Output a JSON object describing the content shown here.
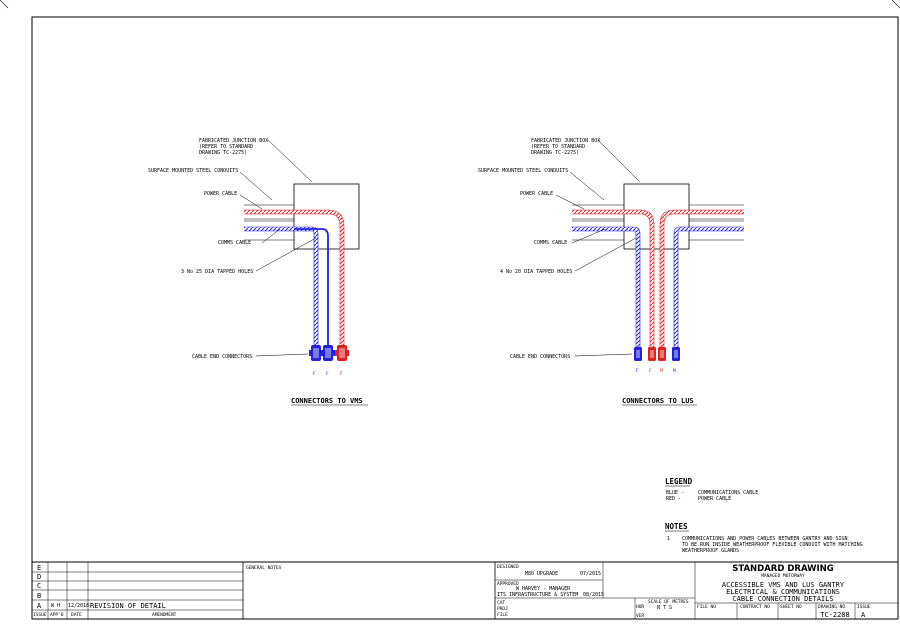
{
  "colors": {
    "comms": "#2222dd",
    "power": "#e02020",
    "line": "#000000"
  },
  "vms": {
    "title": "CONNECTORS TO VMS",
    "labels": {
      "junction_box": [
        "FABRICATED JUNCTION BOX",
        "(REFER TO STANDARD",
        "DRAWING TC-2275)"
      ],
      "conduits": "SURFACE MOUNTED STEEL CONDUITS",
      "power_cable": "POWER CABLE",
      "comms_cable": "COMMS CABLE",
      "holes": "3 No 25 DIA TAPPED HOLES",
      "end_connectors": "CABLE END CONNECTORS"
    },
    "connector_letters": [
      "F",
      "F",
      "F"
    ]
  },
  "lus": {
    "title": "CONNECTORS TO LUS",
    "labels": {
      "junction_box": [
        "FABRICATED JUNCTION BOX",
        "(REFER TO STANDARD",
        "DRAWING TC-2275)"
      ],
      "conduits": "SURFACE MOUNTED STEEL CONDUITS",
      "power_cable": "POWER CABLE",
      "comms_cable": "COMMS CABLE",
      "holes": "4 No 20 DIA TAPPED HOLES",
      "end_connectors": "CABLE END CONNECTORS"
    },
    "connector_letters": [
      "F",
      "F",
      "M",
      "M"
    ]
  },
  "legend": {
    "heading": "LEGEND",
    "items": [
      {
        "key": "BLUE -",
        "value": "COMMUNICATIONS CABLE"
      },
      {
        "key": "RED -",
        "value": "POWER CABLE"
      }
    ]
  },
  "notes": {
    "heading": "NOTES",
    "number": "1",
    "lines": [
      "COMMUNICATIONS AND POWER CABLES BETWEEN GANTRY AND SIGN",
      "TO BE RUN INSIDE WEATHERPROOF FLEXIBLE CONDUIT WITH MATCHING",
      "WEATHERPROOF GLANDS"
    ]
  },
  "revisions": {
    "rows": [
      {
        "issue": "E",
        "appd": "",
        "date": "",
        "amendment": ""
      },
      {
        "issue": "D",
        "appd": "",
        "date": "",
        "amendment": ""
      },
      {
        "issue": "C",
        "appd": "",
        "date": "",
        "amendment": ""
      },
      {
        "issue": "B",
        "appd": "",
        "date": "",
        "amendment": ""
      },
      {
        "issue": "A",
        "appd": "W H",
        "date": "12/2018",
        "amendment": "REVISION OF DETAIL"
      }
    ],
    "headers": {
      "issue": "ISSUE",
      "appd": "APP'D",
      "date": "DATE",
      "amendment": "AMENDMENT"
    }
  },
  "general_notes_label": "GENERAL NOTES",
  "title_block": {
    "designed_label": "DESIGNED",
    "designed_value": "M80 UPGRADE",
    "designed_date": "07/2015",
    "approved_label": "APPROVED",
    "approved_value": "W HARVEY - MANAGER",
    "approved_org": "ITS INFRASTRUCTURE & SYSTEM",
    "approved_date": "08/2015",
    "cat_label": "CAT",
    "proj_label": "PROJ",
    "file_label": "FILE",
    "scale_label": "SCALE OF METRES",
    "hor_label": "HOR",
    "ver_label": "VER",
    "scale_value": "N T S",
    "heading": "STANDARD DRAWING",
    "subheading": "MANAGED MOTORWAY",
    "title_lines": [
      "ACCESSIBLE VMS AND LUS GANTRY",
      "ELECTRICAL & COMMUNICATIONS",
      "CABLE CONNECTION DETAILS"
    ],
    "file_no_label": "FILE NO",
    "contract_no_label": "CONTRACT NO",
    "sheet_no_label": "SHEET NO",
    "drawing_no_label": "DRAWING NO",
    "drawing_no": "TC-2288",
    "issue_label": "ISSUE",
    "issue": "A"
  }
}
